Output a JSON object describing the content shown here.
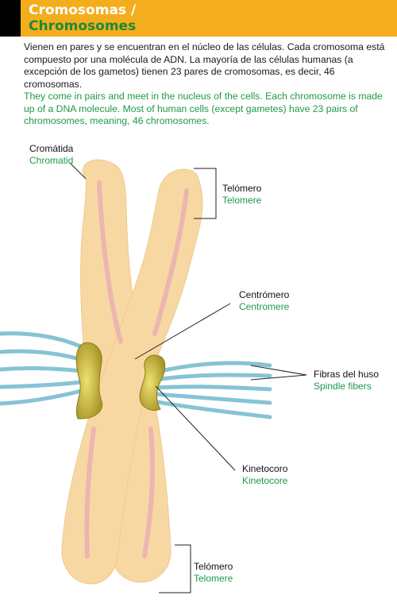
{
  "header": {
    "title_es": "Cromosomas /",
    "title_en": "Chromosomes"
  },
  "intro": {
    "text_es": "Vienen en pares y se encuentran en el núcleo de las células. Cada cromosoma está compuesto por una molécula de ADN. La mayoría de las células humanas (a excepción de los gametos) tienen 23 pares de cromosomas, es decir, 46 cromosomas.",
    "text_en": "They come in pairs and meet in the nucleus of the cells. Each chromosome is made up of a DNA molecule. Most of human cells (except gametes) have 23 pairs of chromosomes, meaning, 46 chromosomes."
  },
  "labels": {
    "chromatid": {
      "es": "Cromátida",
      "en": "Chromatid"
    },
    "telomere_top": {
      "es": "Telómero",
      "en": "Telomere"
    },
    "centromere": {
      "es": "Centrómero",
      "en": "Centromere"
    },
    "spindle": {
      "es": "Fibras del huso",
      "en": "Spindle fibers"
    },
    "kinetochore": {
      "es": "Kinetocoro",
      "en": "Kinetocore"
    },
    "telomere_bottom": {
      "es": "Telómero",
      "en": "Telomere"
    }
  },
  "colors": {
    "header": "#f4ad1c",
    "header_bar": "#000000",
    "title_es": "#ffffff",
    "title_en": "#1a8a3a",
    "english_text": "#1d9a47",
    "chromosome": "#f8d8a2",
    "chromosome_core": "#e8a6b8",
    "kinetochore": "#d2c23a",
    "spindle_fiber": "#8cc8d8"
  }
}
